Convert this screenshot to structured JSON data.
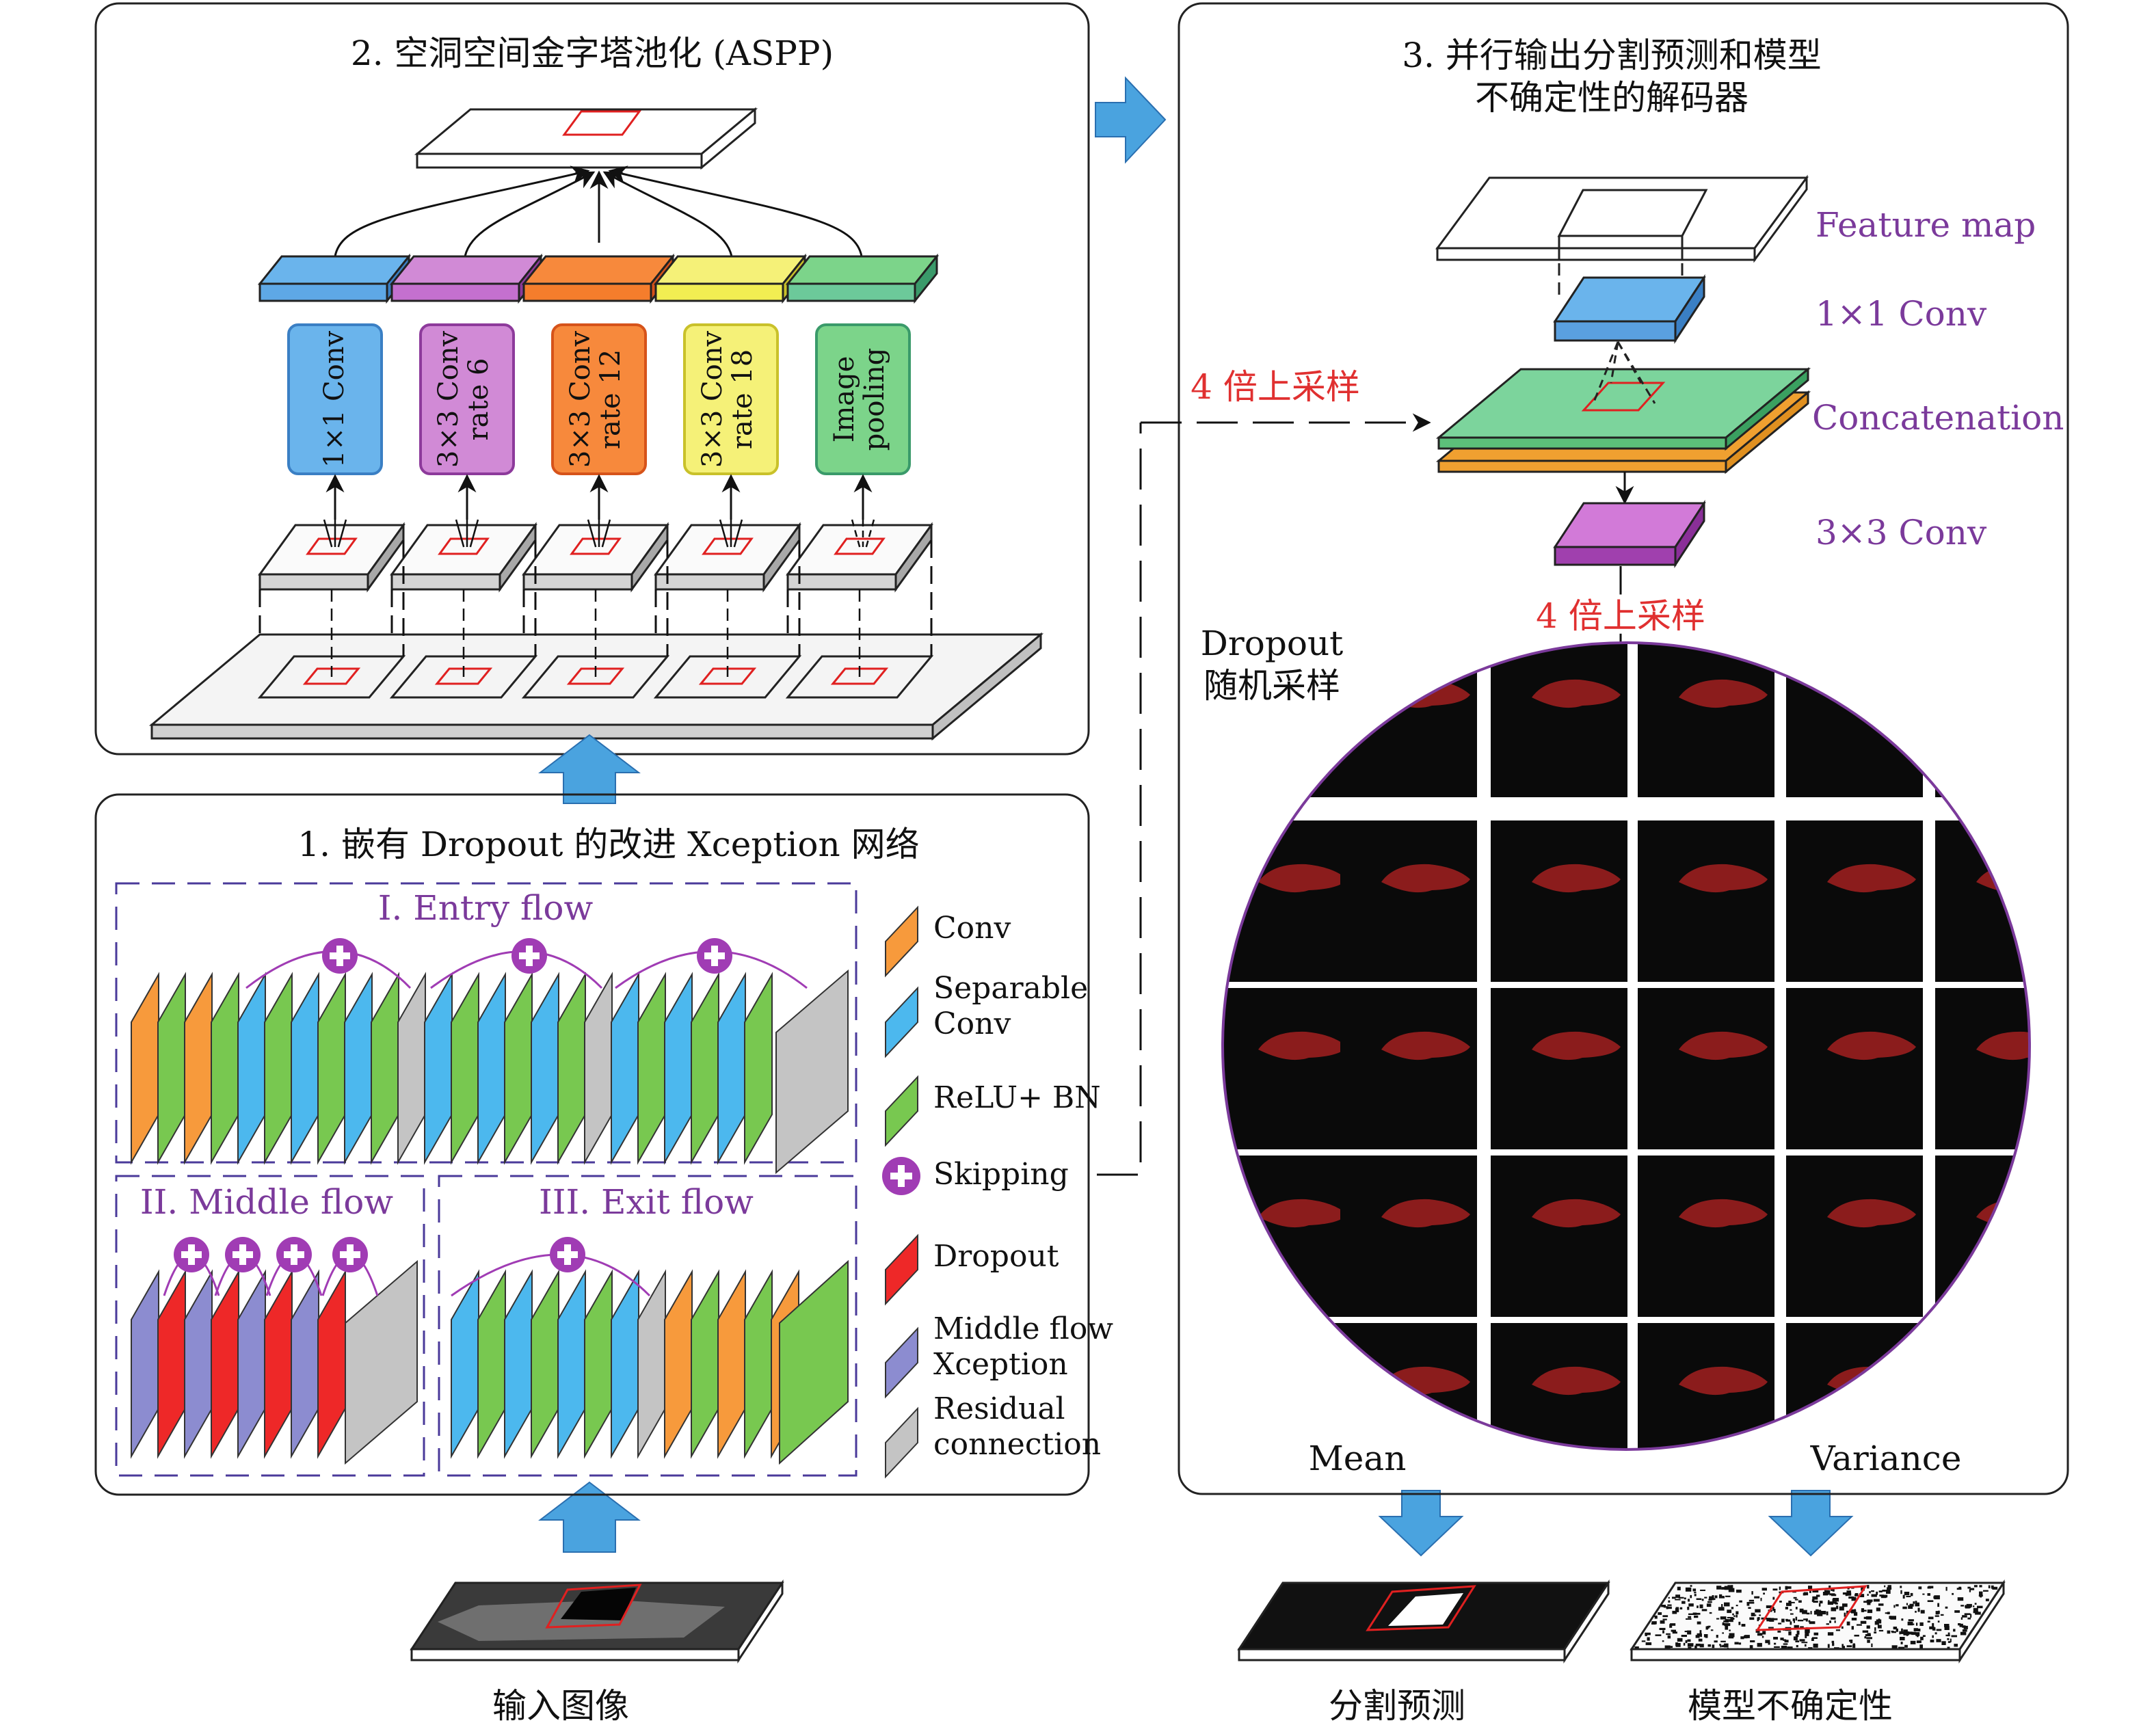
{
  "panels": {
    "aspp": {
      "title": "2. 空洞空间金字塔池化 (ASPP)"
    },
    "xception": {
      "title": "1. 嵌有 Dropout 的改进 Xception 网络"
    },
    "decoder": {
      "title_line1": "3. 并行输出分割预测和模型",
      "title_line2": "不确定性的解码器"
    }
  },
  "aspp_branches": [
    {
      "line1": "1×1 Conv",
      "line2": "",
      "color": "#6ab4ec",
      "top_color": "#5ea8e6",
      "edge_color": "#3a7fc4"
    },
    {
      "line1": "3×3 Conv",
      "line2": "rate 6",
      "color": "#d18ad6",
      "top_color": "#c470cf",
      "edge_color": "#8d3a9b"
    },
    {
      "line1": "3×3 Conv",
      "line2": "rate 12",
      "color": "#f7893c",
      "top_color": "#f57d2c",
      "edge_color": "#d6531a"
    },
    {
      "line1": "3×3 Conv",
      "line2": "rate 18",
      "color": "#f5f178",
      "top_color": "#f2ee52",
      "edge_color": "#c9c12a"
    },
    {
      "line1": "Image",
      "line2": "pooling",
      "color": "#7cd48a",
      "top_color": "#6cc99a",
      "edge_color": "#3a9a6a"
    }
  ],
  "xception_sections": {
    "entry": "I. Entry flow",
    "middle": "II. Middle flow",
    "exit": "III. Exit flow"
  },
  "legend": [
    {
      "id": "conv",
      "line1": "Conv",
      "line2": "",
      "color": "#f79a3c"
    },
    {
      "id": "separable",
      "line1": "Separable",
      "line2": "Conv",
      "color": "#4cb8ee"
    },
    {
      "id": "relu",
      "line1": "ReLU+ BN",
      "line2": "",
      "color": "#78c850"
    },
    {
      "id": "skipping",
      "line1": "Skipping",
      "line2": "",
      "color": "#a03cb4"
    },
    {
      "id": "dropout",
      "line1": "Dropout",
      "line2": "",
      "color": "#ee2828"
    },
    {
      "id": "middle",
      "line1": "Middle flow",
      "line2": "Xception",
      "color": "#8c8cd0"
    },
    {
      "id": "residual",
      "line1": "Residual",
      "line2": "connection",
      "color": "#c4c4c4"
    }
  ],
  "decoder_labels": {
    "feature_map": "Feature map",
    "conv1x1": "1×1 Conv",
    "concat": "Concatenation",
    "conv3x3": "3×3 Conv",
    "upsample_a": "4 倍上采样",
    "upsample_b": "4 倍上采样",
    "dropout_line1": "Dropout",
    "dropout_line2": "随机采样",
    "mean": "Mean",
    "variance": "Variance"
  },
  "bottom_labels": {
    "input": "输入图像",
    "segmentation": "分割预测",
    "uncertainty": "模型不确定性"
  },
  "colors": {
    "arrow_blue": "#4aa3df",
    "purple_text": "#7b3a9b",
    "red_text": "#e03030",
    "skip_purple": "#a03cb4",
    "concat_green": "#7cd49c",
    "concat_orange": "#f0a030",
    "blob_red": "#8b1c1c"
  }
}
